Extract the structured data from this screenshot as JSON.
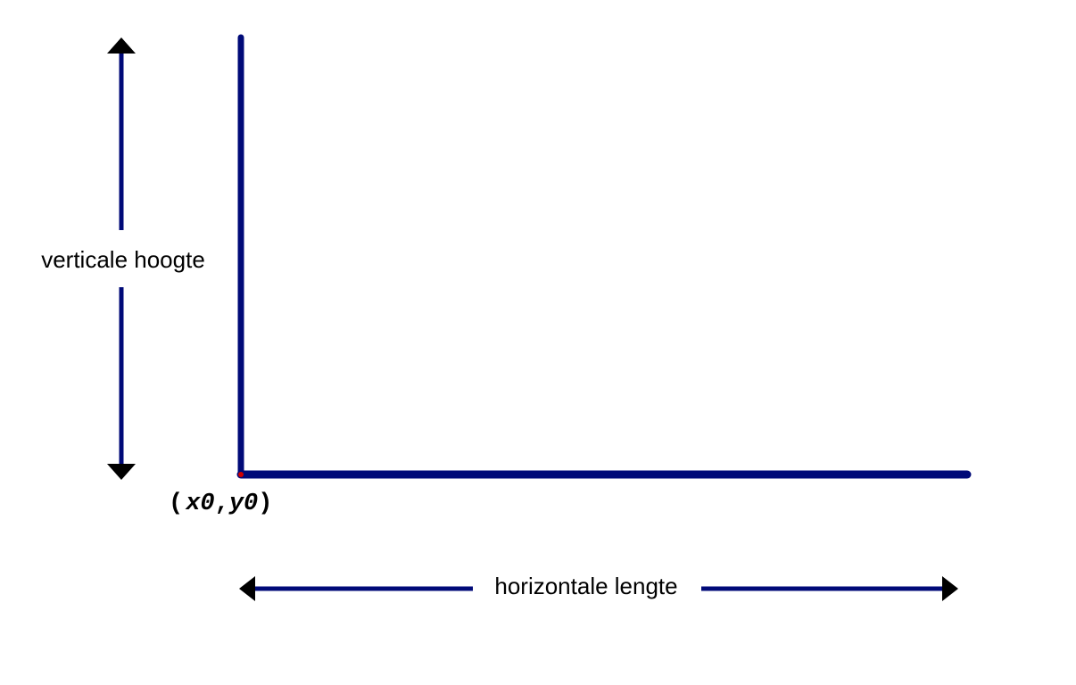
{
  "colors": {
    "axis": "#000a78",
    "arrow_head": "#000000",
    "origin_marker": "#d00000",
    "background": "#ffffff",
    "text": "#000000"
  },
  "labels": {
    "vertical_height": "verticale hoogte",
    "horizontal_length": "horizontale lengte",
    "origin": {
      "open_paren": "(",
      "x": "x0",
      "comma": ",",
      "y": "y0",
      "close_paren": ")"
    }
  }
}
